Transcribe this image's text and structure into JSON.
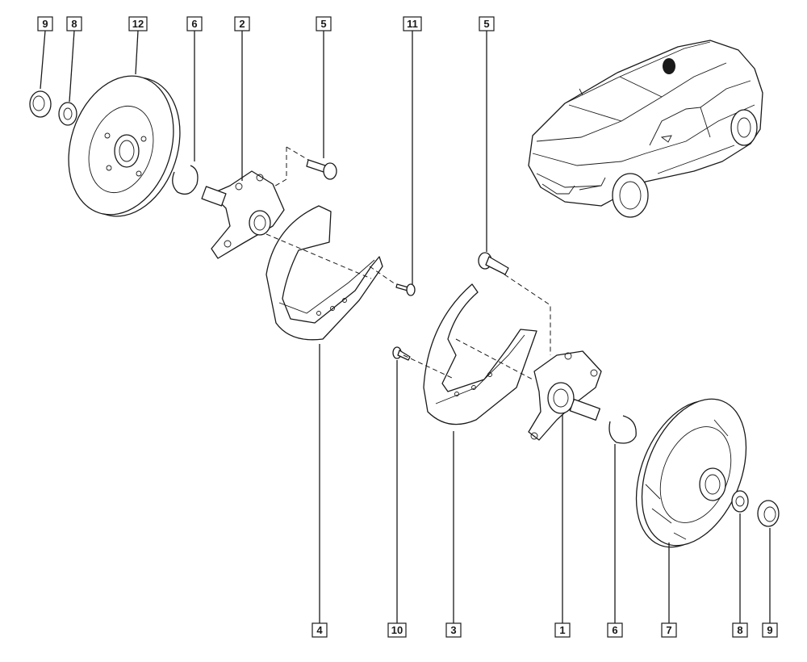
{
  "labels": {
    "top_9": "9",
    "top_8": "8",
    "top_12": "12",
    "top_6": "6",
    "top_2": "2",
    "top_5_left": "5",
    "top_11": "11",
    "top_5_right": "5",
    "bottom_4": "4",
    "bottom_10": "10",
    "bottom_3": "3",
    "bottom_1": "1",
    "bottom_6": "6",
    "bottom_7": "7",
    "bottom_8": "8",
    "bottom_9": "9"
  }
}
